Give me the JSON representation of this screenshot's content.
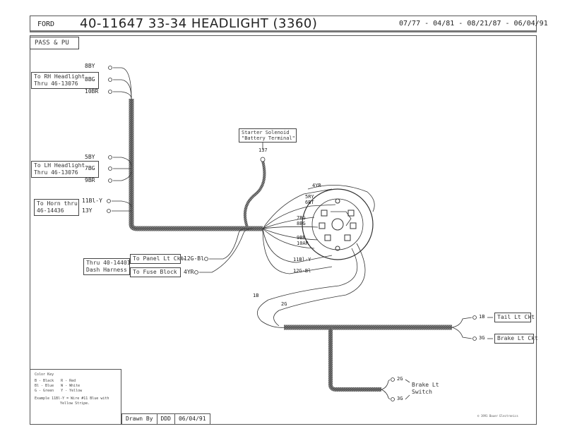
{
  "header": {
    "make": "FORD",
    "part_title": "40-11647  33-34 HEADLIGHT (3360)",
    "dates": "07/77 - 04/81 - 08/21/87 - 06/04/91"
  },
  "subtitle": "PASS & PU",
  "left_boxes": {
    "rh_headlight": [
      "To RH Headlight",
      "Thru 46-13076"
    ],
    "lh_headlight": [
      "To LH Headlight",
      "Thru 46-13076"
    ],
    "horn": [
      "To Horn thru",
      "46-14436"
    ],
    "thru_dash": [
      "Thru 40-14401",
      "Dash Harness"
    ],
    "panel_ckt": "To Panel Lt Ckt",
    "fuse_block": "To Fuse Block"
  },
  "wire_labels": {
    "rh": [
      "8BY",
      "8BG",
      "10BR"
    ],
    "lh": [
      "5BY",
      "7BG",
      "9BR"
    ],
    "horn": [
      "11Bl-Y",
      "13Y"
    ],
    "panel": "12G-Bl",
    "fuse": "4YR",
    "starter_num": "137",
    "switch_top": "4YR",
    "sw_5ry": "5RY",
    "sw_6bt": "6BT",
    "sw_7bg": "7BG",
    "sw_8bg": "8BG",
    "sw_9br": "9BR",
    "sw_10ar": "10AR",
    "sw_11bly": "11Bl-Y",
    "sw_12gbl": "12G-Bl",
    "lower_1b": "1B",
    "lower_2g": "2G",
    "tail_1b": "1B",
    "brake_3g": "3G",
    "bs_2g": "2G",
    "bs_3g": "3G"
  },
  "starter_box": [
    "Starter Solenoid",
    "\"Battery Terminal\""
  ],
  "right_boxes": {
    "tail": "Tail Lt Ckt",
    "brake": "Brake Lt Ckt",
    "brake_switch": [
      "Brake Lt",
      "Switch"
    ]
  },
  "color_key": {
    "title": "Color Key",
    "rows": [
      [
        "B - Black",
        "R - Red"
      ],
      [
        "Bl - Blue",
        "W - White"
      ],
      [
        "G - Green",
        "Y - Yellow"
      ]
    ],
    "example": "Example 11Bl-Y = Wire #11 Blue with",
    "example2": "Yellow Stripe."
  },
  "drawn_by": {
    "label": "Drawn By",
    "initials": "DDD",
    "date": "06/04/91"
  },
  "copyright": "© 1991 Bauer Electronics"
}
